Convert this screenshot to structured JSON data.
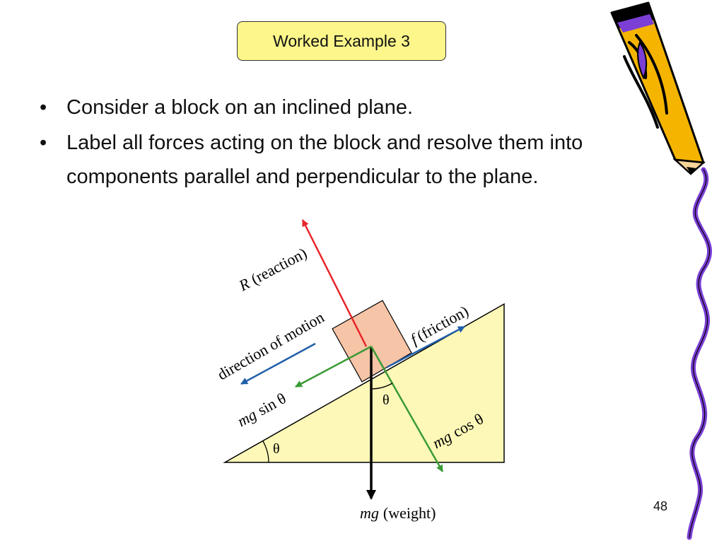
{
  "slide": {
    "title": "Worked Example 3",
    "bullets": [
      "Consider a block on an inclined plane.",
      "Label all forces acting on the block and resolve them into components parallel and perpendicular to the plane."
    ],
    "bullet_symbol": "•",
    "page_number": "48"
  },
  "diagram": {
    "labels": {
      "reaction_symbol": "R",
      "reaction_text": "(reaction)",
      "direction": "direction of motion",
      "friction_symbol": "f",
      "friction_text": "(friction)",
      "sin_symbol": "mg",
      "sin_text": "sin θ",
      "cos_symbol": "mg",
      "cos_text": "cos θ",
      "weight_symbol": "mg",
      "weight_text": "(weight)",
      "theta_incline": "θ",
      "theta_block": "θ"
    },
    "colors": {
      "incline_fill": "#fdf8b8",
      "block_fill": "#f6c4a6",
      "reaction": "#e8242a",
      "friction_and_motion": "#1f5ea8",
      "components": "#3a9a35",
      "weight": "#000000"
    }
  },
  "decoration": {
    "icon": "pencil-icon",
    "colors": {
      "body": "#f5b400",
      "outline": "#000000",
      "stripe": "#7b3fd6"
    }
  }
}
